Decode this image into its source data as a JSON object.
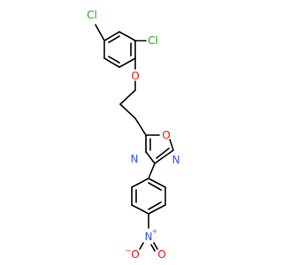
{
  "molecule": {
    "atom_labels": {
      "cl_top": "Cl",
      "cl_right": "Cl",
      "o_ether": "O",
      "o_ring": "O",
      "n_ring_left": "N",
      "n_ring_right": "N",
      "n_nitro": "N",
      "o_nitro_left": "O",
      "o_nitro_right": "O"
    },
    "charges": {
      "n_nitro": "+",
      "o_nitro_left": "−"
    },
    "colors": {
      "chlorine": "#1fa01f",
      "oxygen": "#ff0d0d",
      "nitrogen": "#3050f8",
      "carbon": "#000000"
    }
  }
}
